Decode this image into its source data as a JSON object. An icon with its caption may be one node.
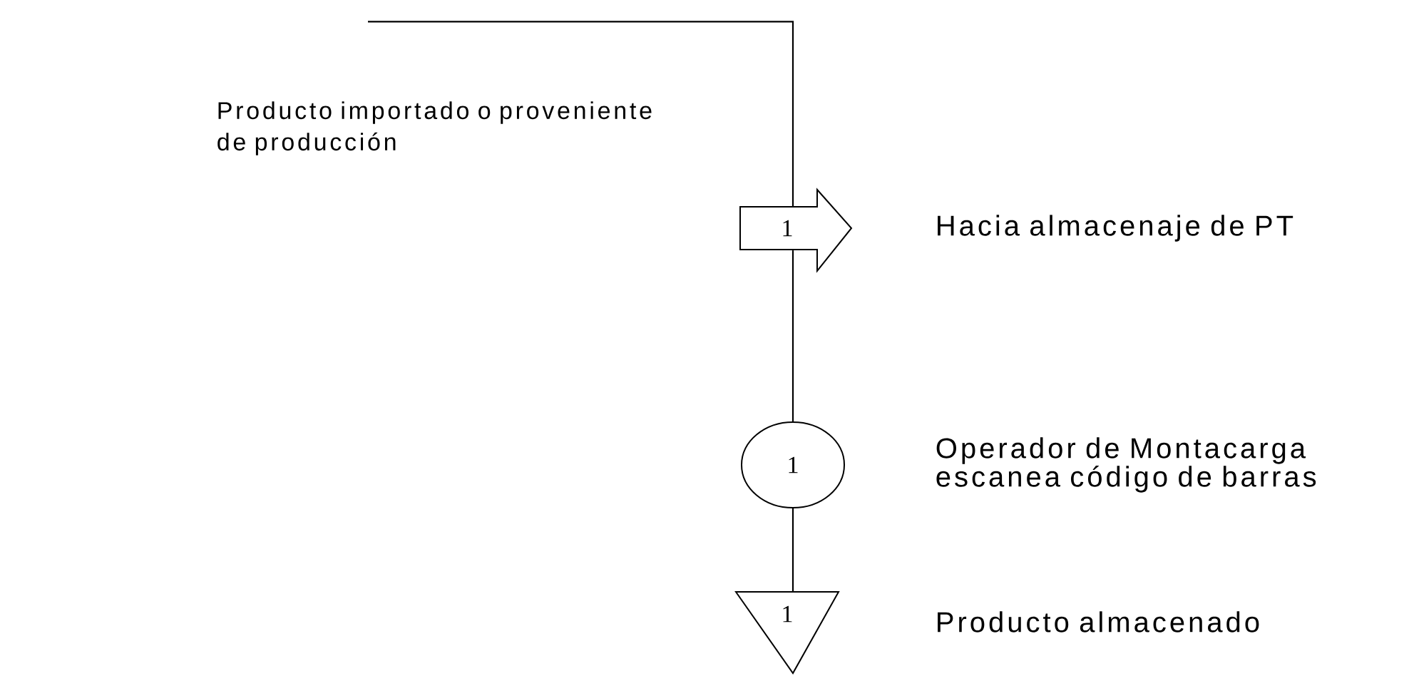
{
  "diagram": {
    "nodes": [
      {
        "text": [
          "Producto importado o proveniente de producción"
        ]
      },
      {
        "text": [
          "1"
        ],
        "beside": [
          "Hacia almacenaje de PT"
        ]
      },
      {
        "text": [
          "1"
        ],
        "beside": [
          "Operador de Montacarga escanea código de barras"
        ]
      },
      {
        "text": [
          "1"
        ],
        "beside": [
          "Producto almacenado"
        ]
      }
    ],
    "edges": [
      {
        "from": 0,
        "to": 1,
        "arrow": "none"
      },
      {
        "from": 1,
        "to": 2,
        "arrow": "none"
      },
      {
        "from": 2,
        "to": 3,
        "arrow": "none"
      }
    ]
  }
}
